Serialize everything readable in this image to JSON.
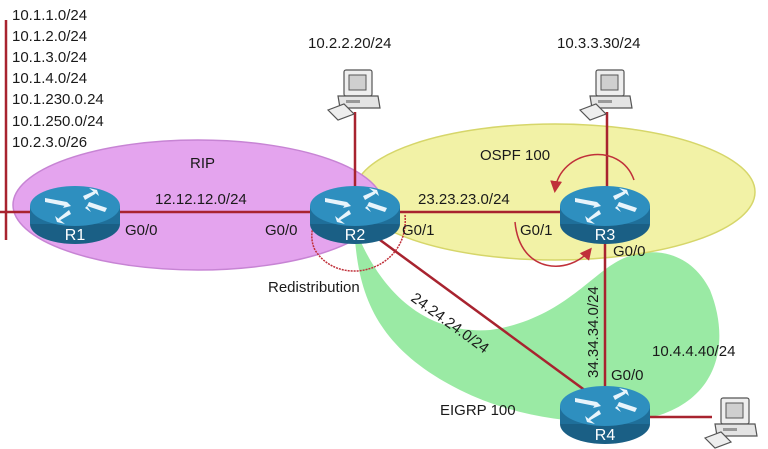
{
  "colors": {
    "link": "#a8232f",
    "rip_area": "#e4a4ee",
    "ospf_area": "#f2f2a6",
    "eigrp_area": "#8fe89a",
    "router_body": "#1f6f9a",
    "router_top": "#2e8fbf",
    "redistribution_arrow": "#c0303a"
  },
  "rip_networks": [
    "10.1.1.0/24",
    "10.1.2.0/24",
    "10.1.3.0/24",
    "10.1.4.0/24",
    "10.1.230.0.24",
    "10.1.250.0/24",
    "10.2.3.0/26"
  ],
  "areas": {
    "rip": "RIP",
    "ospf": "OSPF 100",
    "eigrp": "EIGRP 100"
  },
  "routers": {
    "r1": "R1",
    "r2": "R2",
    "r3": "R3",
    "r4": "R4"
  },
  "links": {
    "r1_r2": "12.12.12.0/24",
    "r2_r3": "23.23.23.0/24",
    "r2_r4": "24.24.24.0/24",
    "r3_r4": "34.34.34.0/24"
  },
  "interfaces": {
    "r1_g00": "G0/0",
    "r2_g00": "G0/0",
    "r2_g01": "G0/1",
    "r3_g01": "G0/1",
    "r3_g00": "G0/0",
    "r4_g00": "G0/0"
  },
  "hosts": {
    "r2_host": "10.2.2.20/24",
    "r3_host": "10.3.3.30/24",
    "r4_host": "10.4.4.40/24"
  },
  "redistribution_label": "Redistribution"
}
